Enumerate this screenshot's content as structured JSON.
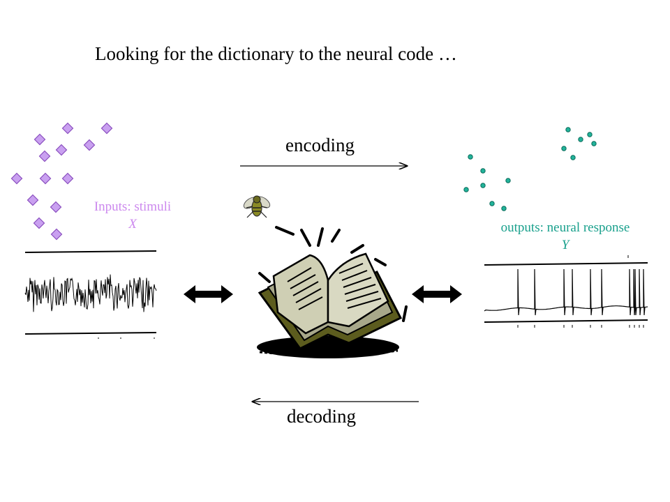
{
  "title": "Looking for the dictionary to the neural code …",
  "encoding_label": "encoding",
  "decoding_label": "decoding",
  "inputs": {
    "label": "Inputs: stimuli",
    "variable": "X"
  },
  "outputs": {
    "label": "outputs: neural response",
    "variable": "Y"
  },
  "colors": {
    "diamond_fill": "#c9a0f0",
    "diamond_stroke": "#8a4fbf",
    "dot_fill": "#22b39a",
    "dot_stroke": "#0a6b5a",
    "input_text": "#cc88ee",
    "output_text": "#19a08c"
  },
  "icons": [
    "fly-icon",
    "open-book-icon",
    "double-arrow-icon",
    "stimulus-trace",
    "spike-trace"
  ]
}
